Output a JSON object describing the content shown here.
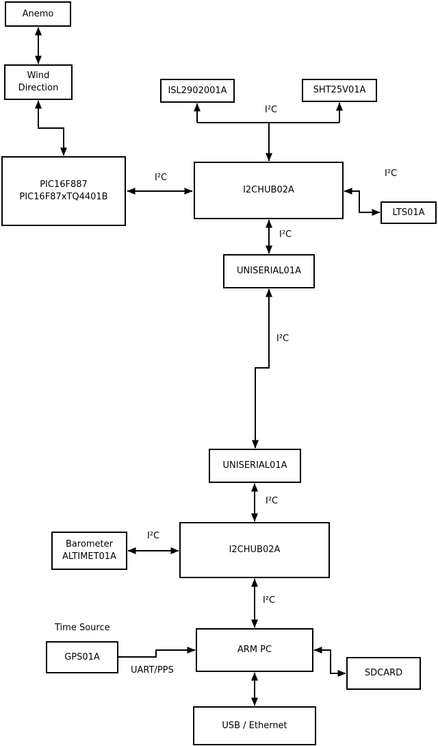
{
  "diagram": {
    "colors": {
      "background": "#ffffff",
      "line": "#000000",
      "box_border": "#000000",
      "box_fill": "#ffffff",
      "text": "#000000"
    },
    "nodes": {
      "anemo": {
        "label": "Anemo"
      },
      "wind": {
        "line1": "Wind",
        "line2": "Direction"
      },
      "pic": {
        "line1": "PIC16F887",
        "line2": "PIC16F87xTQ4401B"
      },
      "isl": {
        "label": "ISL2902001A"
      },
      "sht": {
        "label": "SHT25V01A"
      },
      "hub1": {
        "label": "I2CHUB02A"
      },
      "lts": {
        "label": "LTS01A"
      },
      "uniserial1": {
        "label": "UNISERIAL01A"
      },
      "uniserial2": {
        "label": "UNISERIAL01A"
      },
      "hub2": {
        "label": "I2CHUB02A"
      },
      "barometer": {
        "line1": "Barometer",
        "line2": "ALTIMET01A"
      },
      "armpc": {
        "label": "ARM PC"
      },
      "gps": {
        "label": "GPS01A"
      },
      "sdcard": {
        "label": "SDCARD"
      },
      "usb": {
        "label": "USB / Ethernet"
      }
    },
    "labels": {
      "i2c": "I²C",
      "uart_pps": "UART/PPS",
      "time_source": "Time Source"
    },
    "edges": [
      {
        "from": "Anemo",
        "to": "Wind Direction",
        "arrows": "both",
        "label": ""
      },
      {
        "from": "Wind Direction",
        "to": "PIC16F887 PIC16F87xTQ4401B",
        "arrows": "both",
        "label": ""
      },
      {
        "from": "PIC16F887 PIC16F87xTQ4401B",
        "to": "I2CHUB02A (top)",
        "arrows": "both",
        "label": "I²C"
      },
      {
        "from": "I2CHUB02A (top)",
        "to": "ISL2902001A",
        "arrows": "end",
        "label": "I²C"
      },
      {
        "from": "I2CHUB02A (top)",
        "to": "SHT25V01A",
        "arrows": "end",
        "label": "I²C"
      },
      {
        "from": "I2CHUB02A (top)",
        "to": "LTS01A",
        "arrows": "both",
        "label": "I²C"
      },
      {
        "from": "I2CHUB02A (top)",
        "to": "UNISERIAL01A (upper)",
        "arrows": "both",
        "label": "I²C"
      },
      {
        "from": "UNISERIAL01A (upper)",
        "to": "UNISERIAL01A (lower)",
        "arrows": "both",
        "label": "I²C"
      },
      {
        "from": "UNISERIAL01A (lower)",
        "to": "I2CHUB02A (bottom)",
        "arrows": "both",
        "label": "I²C"
      },
      {
        "from": "Barometer ALTIMET01A",
        "to": "I2CHUB02A (bottom)",
        "arrows": "both",
        "label": "I²C"
      },
      {
        "from": "I2CHUB02A (bottom)",
        "to": "ARM PC",
        "arrows": "both",
        "label": "I²C"
      },
      {
        "from": "GPS01A",
        "to": "ARM PC",
        "arrows": "end",
        "label": "UART/PPS"
      },
      {
        "from": "ARM PC",
        "to": "SDCARD",
        "arrows": "both",
        "label": ""
      },
      {
        "from": "ARM PC",
        "to": "USB / Ethernet",
        "arrows": "both",
        "label": ""
      }
    ]
  }
}
